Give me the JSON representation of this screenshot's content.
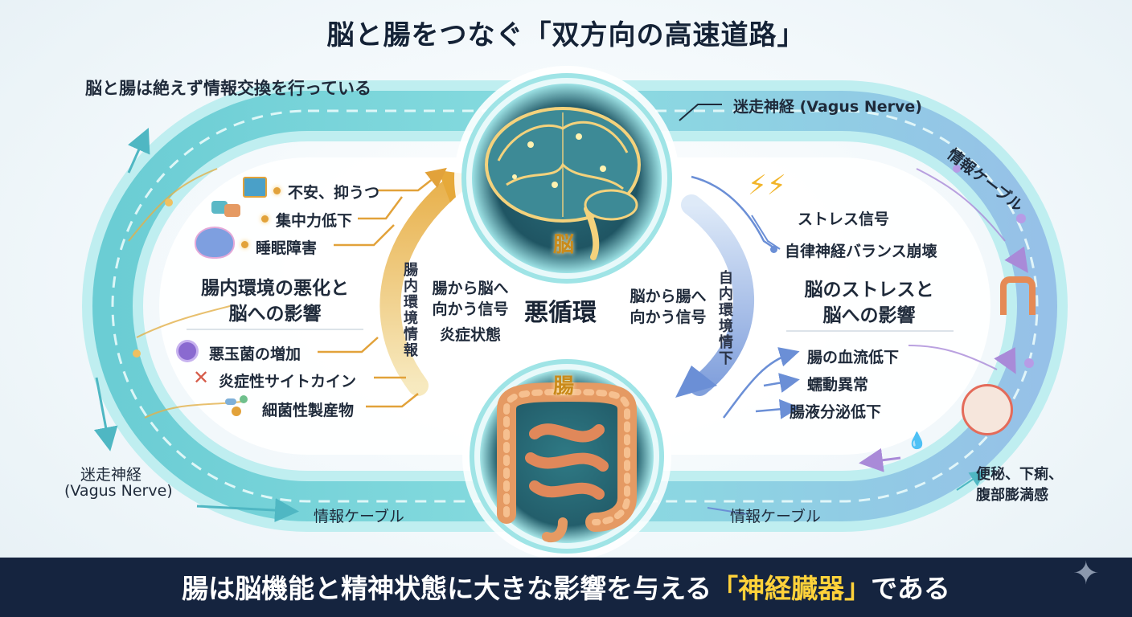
{
  "title": "脳と腸をつなぐ「双方向の高速道路」",
  "intro": "脳と腸は絶えず情報交換を行っている",
  "vagus_right": "迷走神経 (Vagus Nerve)",
  "vagus_left_line1": "迷走神経",
  "vagus_left_line2": "(Vagus Nerve)",
  "cable_top_right": "情報ケーブル",
  "cable_bottom_left": "情報ケーブル",
  "cable_bottom_right": "情報ケーブル",
  "brain_label": "脳",
  "gut_label": "腸",
  "vicious_cycle": "悪循環",
  "left": {
    "symptoms": [
      "不安、抑うつ",
      "集中力低下",
      "睡眠障害"
    ],
    "heading_line1": "腸内環境の悪化と",
    "heading_line2": "脳への影響",
    "causes": [
      "悪玉菌の増加",
      "炎症性サイトカイン",
      "細菌性製産物"
    ]
  },
  "right": {
    "signals": [
      "ストレス信号",
      "自律神経バランス崩壊"
    ],
    "heading_line1": "脳のストレスと",
    "heading_line2": "脳への影響",
    "effects": [
      "腸の血流低下",
      "蠕動異常",
      "腸液分泌低下"
    ],
    "result_line1": "便秘、下痢、",
    "result_line2": "腹部膨満感"
  },
  "center": {
    "gut_to_brain_line1": "腸から脳へ",
    "gut_to_brain_line2": "向かう信号",
    "inflammation": "炎症状態",
    "brain_to_gut_line1": "脳から腸へ",
    "brain_to_gut_line2": "向かう信号",
    "arrow_left_vertical": "腸内環境情報",
    "arrow_right_vertical": "自内環境情下"
  },
  "footer": {
    "text_before": "腸は脳機能と精神状態に大きな影響を与える",
    "highlight": "「神経臓器」",
    "text_after": "である"
  },
  "colors": {
    "loop": "#58c6cf",
    "loop_light": "#c6f0f2",
    "gold": "#e2a23a",
    "purple": "#a98ad8",
    "blue_arrow": "#6b8fd6",
    "footer_bg": "#15243f",
    "footer_highlight": "#ffd23a"
  },
  "icons": [
    "chip-icon",
    "chat-bubbles-icon",
    "brain-small-icon",
    "bacteria-icon",
    "cross-icon",
    "microbes-icon",
    "lightning-icon",
    "colon-icon",
    "stomach-icon",
    "droplets-icon",
    "sparkle-icon"
  ]
}
